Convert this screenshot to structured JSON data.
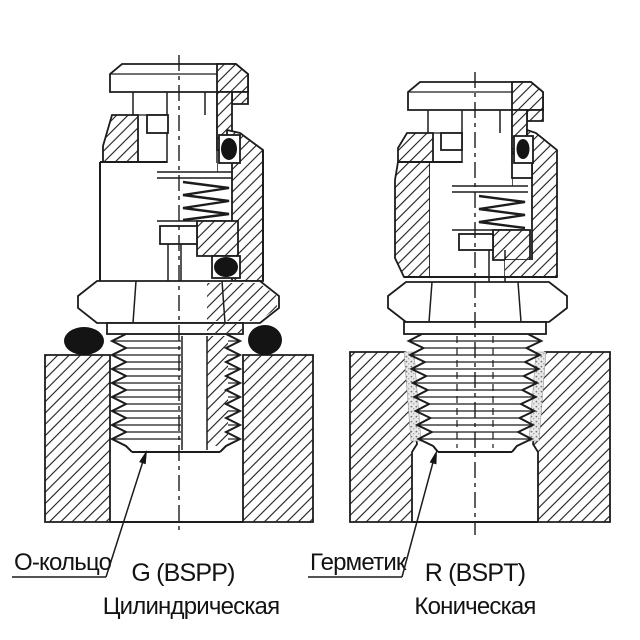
{
  "diagram": {
    "background_color": "#ffffff",
    "line_color": "#1c1c1c",
    "oring_color": "#141414",
    "left_fitting": {
      "callout_label": "О-кольцо",
      "thread_code": "G (BSPP)",
      "thread_type_label": "Цилиндрическая"
    },
    "right_fitting": {
      "callout_label": "Герметик",
      "thread_code": "R (BSPT)",
      "thread_type_label": "Коническая"
    }
  }
}
